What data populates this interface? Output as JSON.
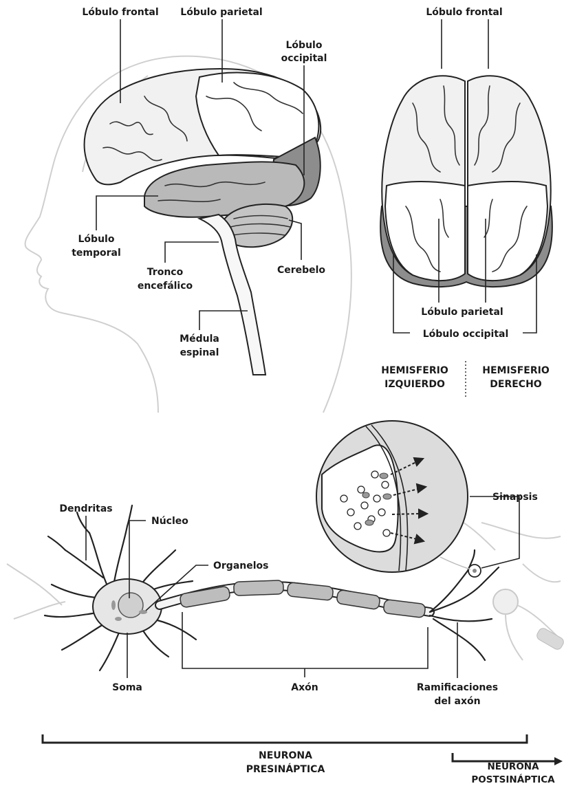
{
  "colors": {
    "lobe_light": "#f1f1f1",
    "lobe_white": "#ffffff",
    "lobe_mid": "#b9b9b9",
    "lobe_dark": "#8d8d8d",
    "neuron_fill": "#e6e6e6",
    "axon_segment": "#bdbdbd",
    "zoom_bg": "#dcdcdc"
  },
  "side_view": {
    "frontal": "Lóbulo frontal",
    "parietal": "Lóbulo parietal",
    "occipital_1": "Lóbulo",
    "occipital_2": "occipital",
    "temporal_1": "Lóbulo",
    "temporal_2": "temporal",
    "brainstem_1": "Tronco",
    "brainstem_2": "encefálico",
    "cerebellum": "Cerebelo",
    "spinal_1": "Médula",
    "spinal_2": "espinal"
  },
  "top_view": {
    "frontal": "Lóbulo frontal",
    "parietal": "Lóbulo parietal",
    "occipital": "Lóbulo occipital",
    "left_hemi_1": "HEMISFERIO",
    "left_hemi_2": "IZQUIERDO",
    "right_hemi_1": "HEMISFERIO",
    "right_hemi_2": "DERECHO"
  },
  "neuron": {
    "dendrites": "Dendritas",
    "nucleus": "Núcleo",
    "organelles": "Organelos",
    "synapse": "Sinapsis",
    "soma": "Soma",
    "axon": "Axón",
    "branches_1": "Ramificaciones",
    "branches_2": "del axón",
    "presyn_1": "NEURONA",
    "presyn_2": "PRESINÁPTICA",
    "postsyn_1": "NEURONA",
    "postsyn_2": "POSTSINÁPTICA"
  }
}
